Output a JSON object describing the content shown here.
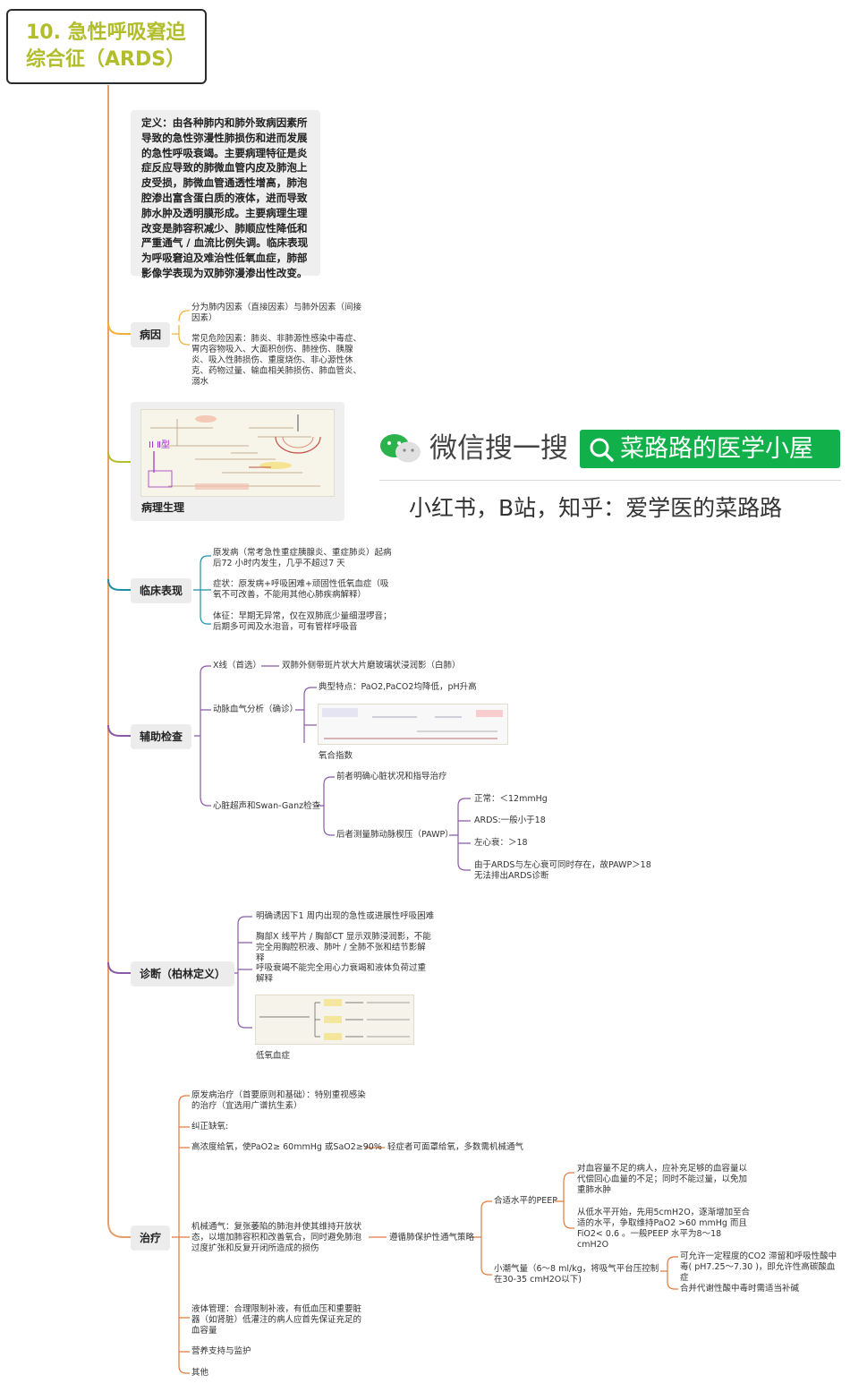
{
  "title": "10. 急性呼吸窘迫综合征（ARDS）",
  "definition": "定义：由各种肺内和肺外致病因素所导致的急性弥漫性肺损伤和进而发展的急性呼吸衰竭。主要病理特征是炎症反应导致的肺微血管内皮及肺泡上皮受损，肺微血管通透性增高，肺泡腔渗出富含蛋白质的液体，进而导致肺水肿及透明膜形成。主要病理生理改变是肺容积减少、肺顺应性降低和严重通气 / 血流比例失调。临床表现为呼吸窘迫及难治性低氧血症，肺部影像学表现为双肺弥漫渗出性改变。",
  "branches": {
    "etiology": {
      "label": "病因",
      "items": [
        "分为肺内因素（直接因素）与肺外因素（间接因素）",
        "常见危险因素：肺炎、非肺源性感染中毒症、胃内容物吸入、大面积创伤、肺挫伤、胰腺炎、吸入性肺损伤、重度烧伤、非心源性休克、药物过量、输血相关肺损伤、肺血管炎、溺水"
      ]
    },
    "pathophysiology": {
      "label": "病理生理"
    },
    "clinical": {
      "label": "临床表现",
      "items": [
        "原发病（常考急性重症胰腺炎、重症肺炎）起病后72 小时内发生，几乎不超过7 天",
        "症状：原发病+呼吸困难+顽固性低氧血症（吸氧不可改善，不能用其他心肺疾病解释）",
        "体征：早期无异常，仅在双肺底少量细湿啰音；后期多可闻及水泡音，可有管样呼吸音"
      ]
    },
    "auxiliary": {
      "label": "辅助检查",
      "xray": "X线（首选）",
      "xray_detail": "双肺外侧带斑片状大片磨玻璃状浸润影（白肺）",
      "abg": "动脉血气分析（确诊）",
      "abg_detail": "典型特点：PaO2,PaCO2均降低，pH升高",
      "oxygen_index": "氧合指数",
      "echo": "心脏超声和Swan-Ganz检查",
      "echo_a": "前者明确心脏状况和指导治疗",
      "echo_b": "后者测量肺动脉楔压（PAWP）",
      "pawp": [
        "正常：＜12mmHg",
        "ARDS:一般小于18",
        "左心衰：＞18",
        "由于ARDS与左心衰可同时存在，故PAWP＞18无法排出ARDS诊断"
      ]
    },
    "diagnosis": {
      "label": "诊断（柏林定义）",
      "items": [
        "明确诱因下1 周内出现的急性或进展性呼吸困难",
        "胸部X 线平片 / 胸部CT 显示双肺浸润影，不能完全用胸腔积液、肺叶 / 全肺不张和结节影解释",
        "呼吸衰竭不能完全用心力衰竭和液体负荷过重解释"
      ],
      "hypoxemia": "低氧血症"
    },
    "treatment": {
      "label": "治疗",
      "primary": "原发病治疗（首要原则和基础）：特别重视感染的治疗（宜选用广谱抗生素）",
      "hypoxia": "纠正缺氧:",
      "high_oxygen": "高浓度给氧，使PaO2≥ 60mmHg 或SaO2≥90%",
      "high_oxygen_note": "轻症者可面罩给氧，多数需机械通气",
      "ventilation": "机械通气：复张萎陷的肺泡并使其维持开放状态，以增加肺容积和改善氧合，同时避免肺泡过度扩张和反复开闭所造成的损伤",
      "strategy": "遵循肺保护性通气策略",
      "peep": "合适水平的PEEP",
      "peep_a": "对血容量不足的病人，应补充足够的血容量以代偿回心血量的不足；同时不能过量，以免加重肺水肿",
      "peep_b": "从低水平开始，先用5cmH2O，逐渐增加至合适的水平，争取维持PaO2 >60 mmHg 而且FiO2< 0.6 。一般PEEP 水平为8～18 cmH2O",
      "tidal": "小潮气量（6～8 ml/kg，将吸气平台压控制在30-35 cmH2O以下)",
      "tidal_a": "可允许一定程度的CO2 滞留和呼吸性酸中毒( pH7.25～7.30 )，即允许性高碳酸血症",
      "tidal_b": "合并代谢性酸中毒时需适当补碱",
      "fluid": "液体管理：合理限制补液，有低血压和重要脏器（如肾脏）低灌注的病人应首先保证充足的血容量",
      "nutrition": "营养支持与监护",
      "other": "其他"
    }
  },
  "watermark": {
    "search_prefix": "微信搜一搜",
    "account": "菜路路的医学小屋",
    "platforms": "小红书，B站，知乎：爱学医的菜路路"
  },
  "colors": {
    "title": "#b2bd2c",
    "etiology": "#f0b03a",
    "pathophysiology": "#b2bd2c",
    "clinical": "#1f8fa8",
    "auxiliary": "#8a5aa8",
    "diagnosis": "#8a5aa8",
    "treatment": "#e07a3e",
    "trunk": "#e8a06a",
    "wechat_green": "#12b04a"
  }
}
